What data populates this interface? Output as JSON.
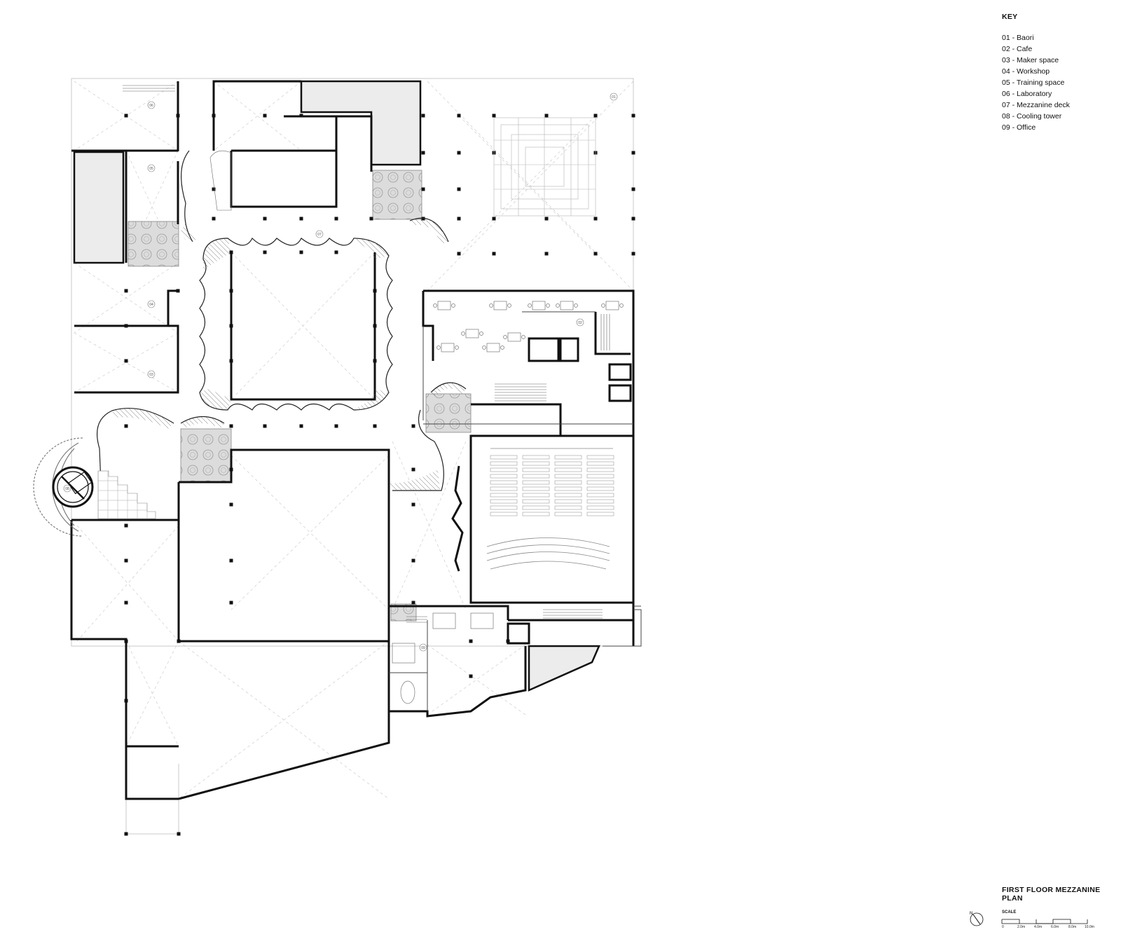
{
  "key": {
    "title": "KEY",
    "items": [
      "01 - Baori",
      "02 - Cafe",
      "03 - Maker space",
      "04 - Workshop",
      "05 - Training space",
      "06 - Laboratory",
      "07 - Mezzanine deck",
      "08 - Cooling tower",
      "09 - Office"
    ]
  },
  "room_tags": [
    "01",
    "02",
    "03",
    "04",
    "05",
    "06",
    "07",
    "08",
    "09"
  ],
  "plan_title": "FIRST FLOOR MEZZANINE PLAN",
  "scale": {
    "label": "SCALE",
    "ticks": [
      "0",
      "2.0m",
      "4.0m",
      "6.0m",
      "8.0m",
      "10.0m"
    ]
  },
  "north": {
    "label": "N"
  },
  "colors": {
    "wall": "#111111",
    "fill": "#ececec",
    "guide": "#bdbdbd",
    "planting": "#d4d4d4"
  }
}
